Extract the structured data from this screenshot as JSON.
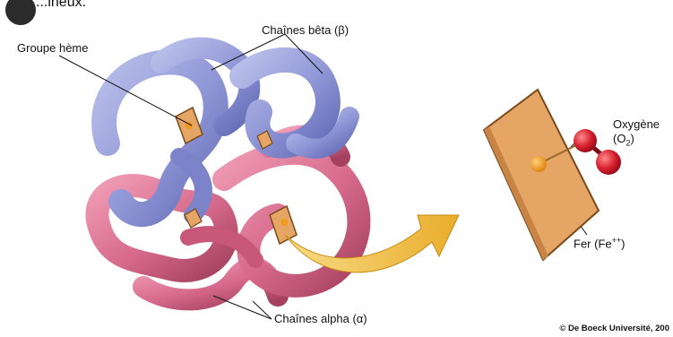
{
  "top_cut_text": "...ineux.",
  "labels": {
    "heme_group": "Groupe hème",
    "beta_chains": "Chaînes bêta (β)",
    "alpha_chains": "Chaînes alpha (α)",
    "oxygen_line1": "Oxygène",
    "oxygen_o": "(O",
    "oxygen_sub": "2",
    "oxygen_close": ")",
    "iron_main": "Fer (Fe",
    "iron_sup": "++",
    "iron_close": ")"
  },
  "copyright": "© De Boeck Université, 200",
  "colors": {
    "beta_protein": "#8f96d6",
    "alpha_protein": "#d76a8c",
    "heme_plane": "#e5a565",
    "iron": "#f29a1a",
    "oxygen": "#d61e2d",
    "arrow": "#f2c24a"
  }
}
